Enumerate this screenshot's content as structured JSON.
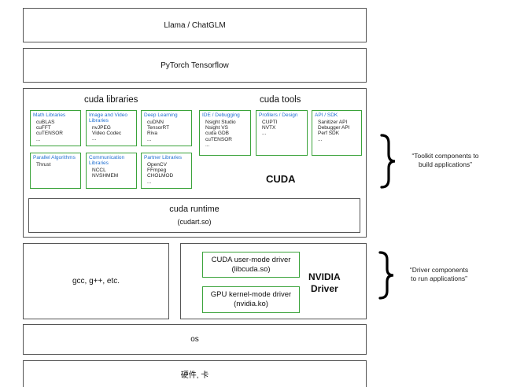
{
  "layers": {
    "llama": "Llama / ChatGLM",
    "pytorch": "PyTorch Tensorflow",
    "os": "os",
    "hardware": "硬件, 卡"
  },
  "cuda": {
    "libraries_title": "cuda libraries",
    "tools_title": "cuda tools",
    "label": "CUDA",
    "runtime_title": "cuda runtime",
    "runtime_file": "(cudart.so)",
    "libraries": [
      {
        "title": "Math Libraries",
        "items": [
          "cuBLAS",
          "cuFFT",
          "cuTENSOR",
          "..."
        ]
      },
      {
        "title": "Image and Video Libraries",
        "items": [
          "nvJPEG",
          "Video Codec",
          "..."
        ]
      },
      {
        "title": "Deep Learning",
        "items": [
          "cuDNN",
          "TensorRT",
          "Riva",
          "..."
        ]
      },
      {
        "title": "Parallel Algorithms",
        "items": [
          "Thrust"
        ]
      },
      {
        "title": "Communication Libraries",
        "items": [
          "NCCL",
          "NVSHMEM"
        ]
      },
      {
        "title": "Partner Libraries",
        "items": [
          "OpenCV",
          "FFmpeg",
          "CHOLMOD",
          "..."
        ]
      }
    ],
    "tools": [
      {
        "title": "IDE / Debugging",
        "items": [
          "Nsight Studio",
          "Nsight VS",
          "cuda GDB",
          "cuTENSOR",
          "..."
        ]
      },
      {
        "title": "Profilers / Design",
        "items": [
          "CUPTI",
          "NVTX",
          "..."
        ]
      },
      {
        "title": "API / SDK",
        "items": [
          "Sanitizer API",
          "Debugger API",
          "Perf SDK",
          "..."
        ]
      }
    ]
  },
  "driver": {
    "compiler": "gcc, g++, etc.",
    "user_mode_title": "CUDA user-mode driver",
    "user_mode_file": "(libcuda.so)",
    "kernel_mode_title": "GPU kernel-mode driver",
    "kernel_mode_file": "(nvidia.ko)",
    "label_line1": "NVIDIA",
    "label_line2": "Driver"
  },
  "notes": {
    "toolkit_line1": "“Toolkit components to",
    "toolkit_line2": "build applications”",
    "driver_line1": "“Driver components",
    "driver_line2": "to run applications”"
  }
}
